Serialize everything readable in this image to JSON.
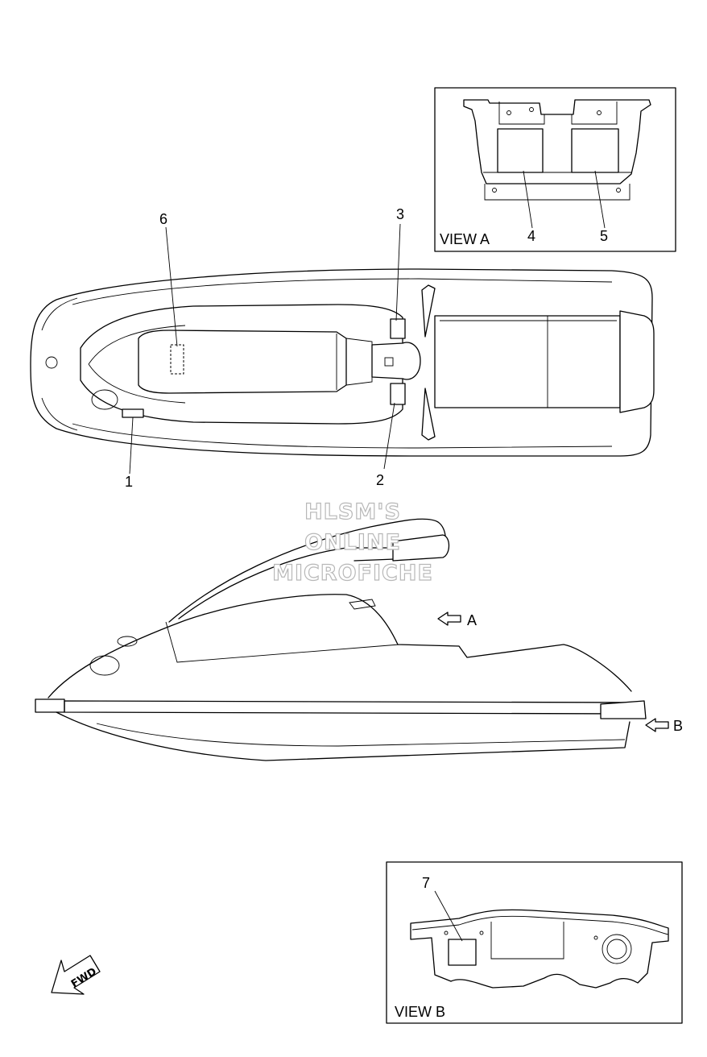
{
  "callouts": {
    "c1": "1",
    "c2": "2",
    "c3": "3",
    "c4": "4",
    "c5": "5",
    "c6": "6",
    "c7": "7"
  },
  "views": {
    "view_a_title": "VIEW A",
    "view_b_title": "VIEW B",
    "arrow_a_label": "A",
    "arrow_b_label": "B"
  },
  "watermark": {
    "line1": "HLSM'S",
    "line2": "ONLINE",
    "line3": "MICROFICHE"
  },
  "direction": {
    "fwd_label": "FWD"
  }
}
